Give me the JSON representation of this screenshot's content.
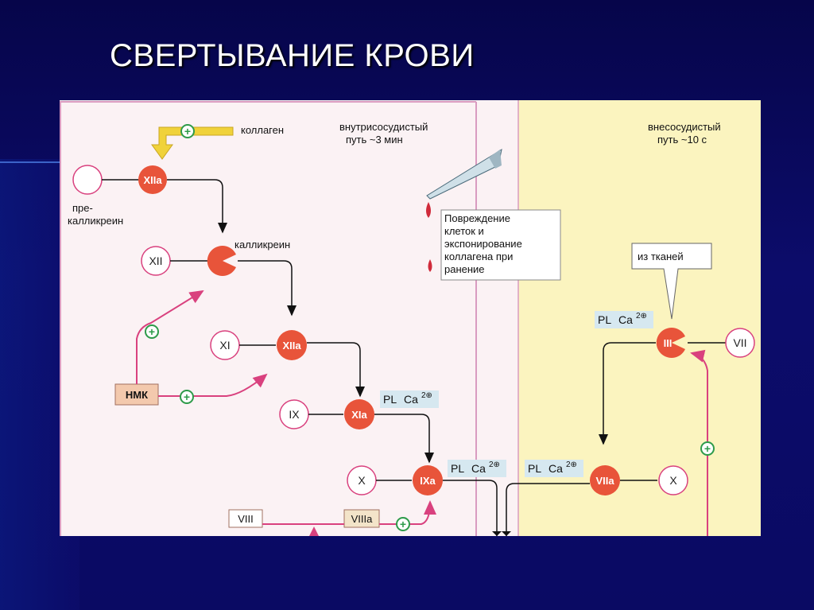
{
  "slide": {
    "title": "СВЕРТЫВАНИЕ КРОВИ"
  },
  "diagram": {
    "intrinsic_label_line1": "внутрисосудистый",
    "intrinsic_label_line2": "путь ~3 мин",
    "extrinsic_label_line1": "внесосудистый",
    "extrinsic_label_line2": "путь ~10 с",
    "collagen": "коллаген",
    "prekallikrein_line1": "пре-",
    "prekallikrein_line2": "калликреин",
    "kallikrein": "калликреин",
    "injury_lines": [
      "Повреждение",
      "клеток и",
      "экспонирование",
      "коллагена при",
      "ранение"
    ],
    "from_tissues": "из тканей",
    "hmk": "НМК",
    "factors": {
      "XIIa_top": "XIIa",
      "XII": "XII",
      "XI": "XI",
      "XIIa_mid": "XIIa",
      "IX": "IX",
      "XIa": "XIa",
      "X_left": "X",
      "IXa": "IXa",
      "VIII": "VIII",
      "VIIIa": "VIIIa",
      "III": "III",
      "VII": "VII",
      "VIIa": "VIIa",
      "X_right": "X"
    },
    "cofactor_pl": "PL",
    "cofactor_ca": "Ca",
    "cofactor_sup": "2⊕",
    "plus": "+",
    "colors": {
      "active_factor": "#e8543a",
      "arrow_pink": "#d9417e",
      "plus_green": "#2e9b4a",
      "extrinsic_bg": "#fbf4bf",
      "collagen_arrow": "#f0d23a"
    }
  }
}
